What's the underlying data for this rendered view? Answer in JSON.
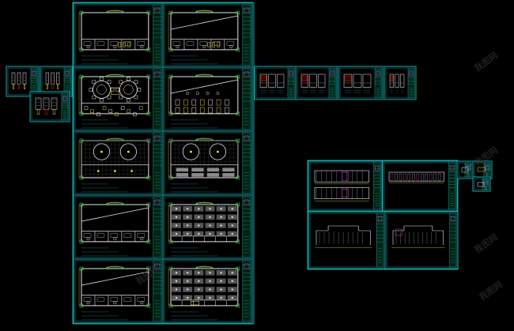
{
  "viewport": {
    "background": "#000000"
  },
  "colors": {
    "frame": "#1aa6a6",
    "frame_bright": "#22c4c4",
    "wall": "#e8e8e8",
    "wall_dim": "#9a9a9a",
    "accent_yellow": "#e0d040",
    "accent_green": "#40d040",
    "accent_red": "#d02020",
    "accent_magenta": "#c040c0",
    "ceiling_panel": "#8a8a8a",
    "title_block": "#0e5a5a"
  },
  "sheets": {
    "main_grid": {
      "columns": 2,
      "rows": 5,
      "types": [
        [
          "floor-plan-empty",
          "floor-plan-angled"
        ],
        [
          "furniture-plan-round-tables",
          "furniture-plan-angled"
        ],
        [
          "floor-tile-plan",
          "floor-tile-plan-b"
        ],
        [
          "ceiling-plan-angled",
          "ceiling-grid-plan"
        ],
        [
          "ceiling-plan-angled",
          "ceiling-grid-plan-b"
        ]
      ]
    },
    "detail_strip_count": 4,
    "elevation_group": {
      "top": [
        "elevations",
        "sections"
      ],
      "bottom": [
        "section-a",
        "section-b"
      ]
    }
  },
  "watermark": {
    "text": "我图网",
    "count": 5
  }
}
